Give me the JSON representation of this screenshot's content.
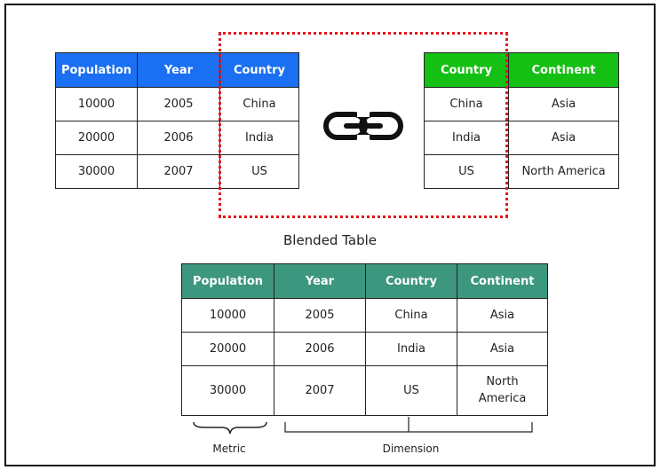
{
  "left_table": {
    "headers": [
      "Population",
      "Year",
      "Country"
    ],
    "rows": [
      [
        "10000",
        "2005",
        "China"
      ],
      [
        "20000",
        "2006",
        "India"
      ],
      [
        "30000",
        "2007",
        "US"
      ]
    ]
  },
  "right_table": {
    "headers": [
      "Country",
      "Continent"
    ],
    "rows": [
      [
        "China",
        "Asia"
      ],
      [
        "India",
        "Asia"
      ],
      [
        "US",
        "North America"
      ]
    ]
  },
  "blended": {
    "title": "Blended Table",
    "headers": [
      "Population",
      "Year",
      "Country",
      "Continent"
    ],
    "rows": [
      [
        "10000",
        "2005",
        "China",
        "Asia"
      ],
      [
        "20000",
        "2006",
        "India",
        "Asia"
      ],
      [
        "30000",
        "2007",
        "US",
        "North America"
      ]
    ]
  },
  "labels": {
    "metric": "Metric",
    "dimension": "Dimension"
  },
  "icons": {
    "join": "link-icon"
  },
  "colors": {
    "left_header": "#1a6ff2",
    "right_header": "#13c013",
    "blended_header": "#3d967e",
    "highlight": "#e4161a"
  }
}
